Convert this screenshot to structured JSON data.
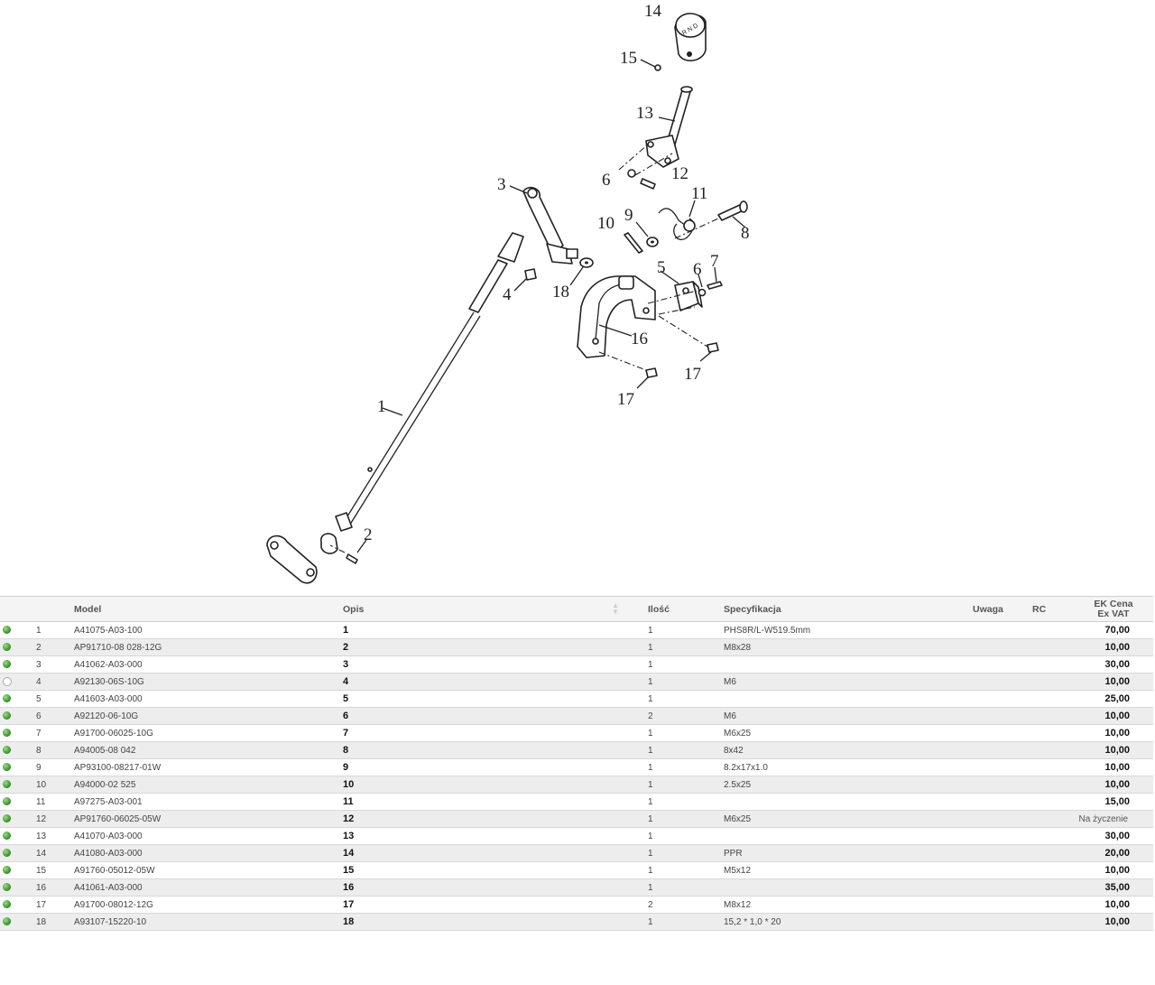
{
  "diagram": {
    "labels": [
      "1",
      "2",
      "3",
      "4",
      "5",
      "6",
      "6",
      "7",
      "8",
      "9",
      "10",
      "11",
      "12",
      "13",
      "14",
      "15",
      "16",
      "17",
      "17",
      "18"
    ]
  },
  "table": {
    "headers": {
      "model": "Model",
      "opis": "Opis",
      "ilosc": "Ilość",
      "specyfikacja": "Specyfikacja",
      "uwaga": "Uwaga",
      "rc": "RC",
      "price_line1": "EK Cena",
      "price_line2": "Ex VAT"
    },
    "rows": [
      {
        "status": "on",
        "no": "1",
        "model": "A41075-A03-100",
        "opis": "1",
        "qty": "1",
        "spec": "PHS8R/L-W519.5mm",
        "price": "70,00"
      },
      {
        "status": "on",
        "no": "2",
        "model": "AP91710-08 028-12G",
        "opis": "2",
        "qty": "1",
        "spec": "M8x28",
        "price": "10,00"
      },
      {
        "status": "on",
        "no": "3",
        "model": "A41062-A03-000",
        "opis": "3",
        "qty": "1",
        "spec": "",
        "price": "30,00"
      },
      {
        "status": "off",
        "no": "4",
        "model": "A92130-06S-10G",
        "opis": "4",
        "qty": "1",
        "spec": "M6",
        "price": "10,00"
      },
      {
        "status": "on",
        "no": "5",
        "model": "A41603-A03-000",
        "opis": "5",
        "qty": "1",
        "spec": "",
        "price": "25,00"
      },
      {
        "status": "on",
        "no": "6",
        "model": "A92120-06-10G",
        "opis": "6",
        "qty": "2",
        "spec": "M6",
        "price": "10,00"
      },
      {
        "status": "on",
        "no": "7",
        "model": "A91700-06025-10G",
        "opis": "7",
        "qty": "1",
        "spec": "M6x25",
        "price": "10,00"
      },
      {
        "status": "on",
        "no": "8",
        "model": "A94005-08 042",
        "opis": "8",
        "qty": "1",
        "spec": "8x42",
        "price": "10,00"
      },
      {
        "status": "on",
        "no": "9",
        "model": "AP93100-08217-01W",
        "opis": "9",
        "qty": "1",
        "spec": "8.2x17x1.0",
        "price": "10,00"
      },
      {
        "status": "on",
        "no": "10",
        "model": "A94000-02 525",
        "opis": "10",
        "qty": "1",
        "spec": "2.5x25",
        "price": "10,00"
      },
      {
        "status": "on",
        "no": "11",
        "model": "A97275-A03-001",
        "opis": "11",
        "qty": "1",
        "spec": "",
        "price": "15,00"
      },
      {
        "status": "on",
        "no": "12",
        "model": "AP91760-06025-05W",
        "opis": "12",
        "qty": "1",
        "spec": "M6x25",
        "price": "Na życzenie",
        "note": true
      },
      {
        "status": "on",
        "no": "13",
        "model": "A41070-A03-000",
        "opis": "13",
        "qty": "1",
        "spec": "",
        "price": "30,00"
      },
      {
        "status": "on",
        "no": "14",
        "model": "A41080-A03-000",
        "opis": "14",
        "qty": "1",
        "spec": "PPR",
        "price": "20,00"
      },
      {
        "status": "on",
        "no": "15",
        "model": "A91760-05012-05W",
        "opis": "15",
        "qty": "1",
        "spec": "M5x12",
        "price": "10,00"
      },
      {
        "status": "on",
        "no": "16",
        "model": "A41061-A03-000",
        "opis": "16",
        "qty": "1",
        "spec": "",
        "price": "35,00"
      },
      {
        "status": "on",
        "no": "17",
        "model": "A91700-08012-12G",
        "opis": "17",
        "qty": "2",
        "spec": "M8x12",
        "price": "10,00"
      },
      {
        "status": "on",
        "no": "18",
        "model": "A93107-15220-10",
        "opis": "18",
        "qty": "1",
        "spec": "15,2 * 1,0 * 20",
        "price": "10,00"
      }
    ]
  }
}
